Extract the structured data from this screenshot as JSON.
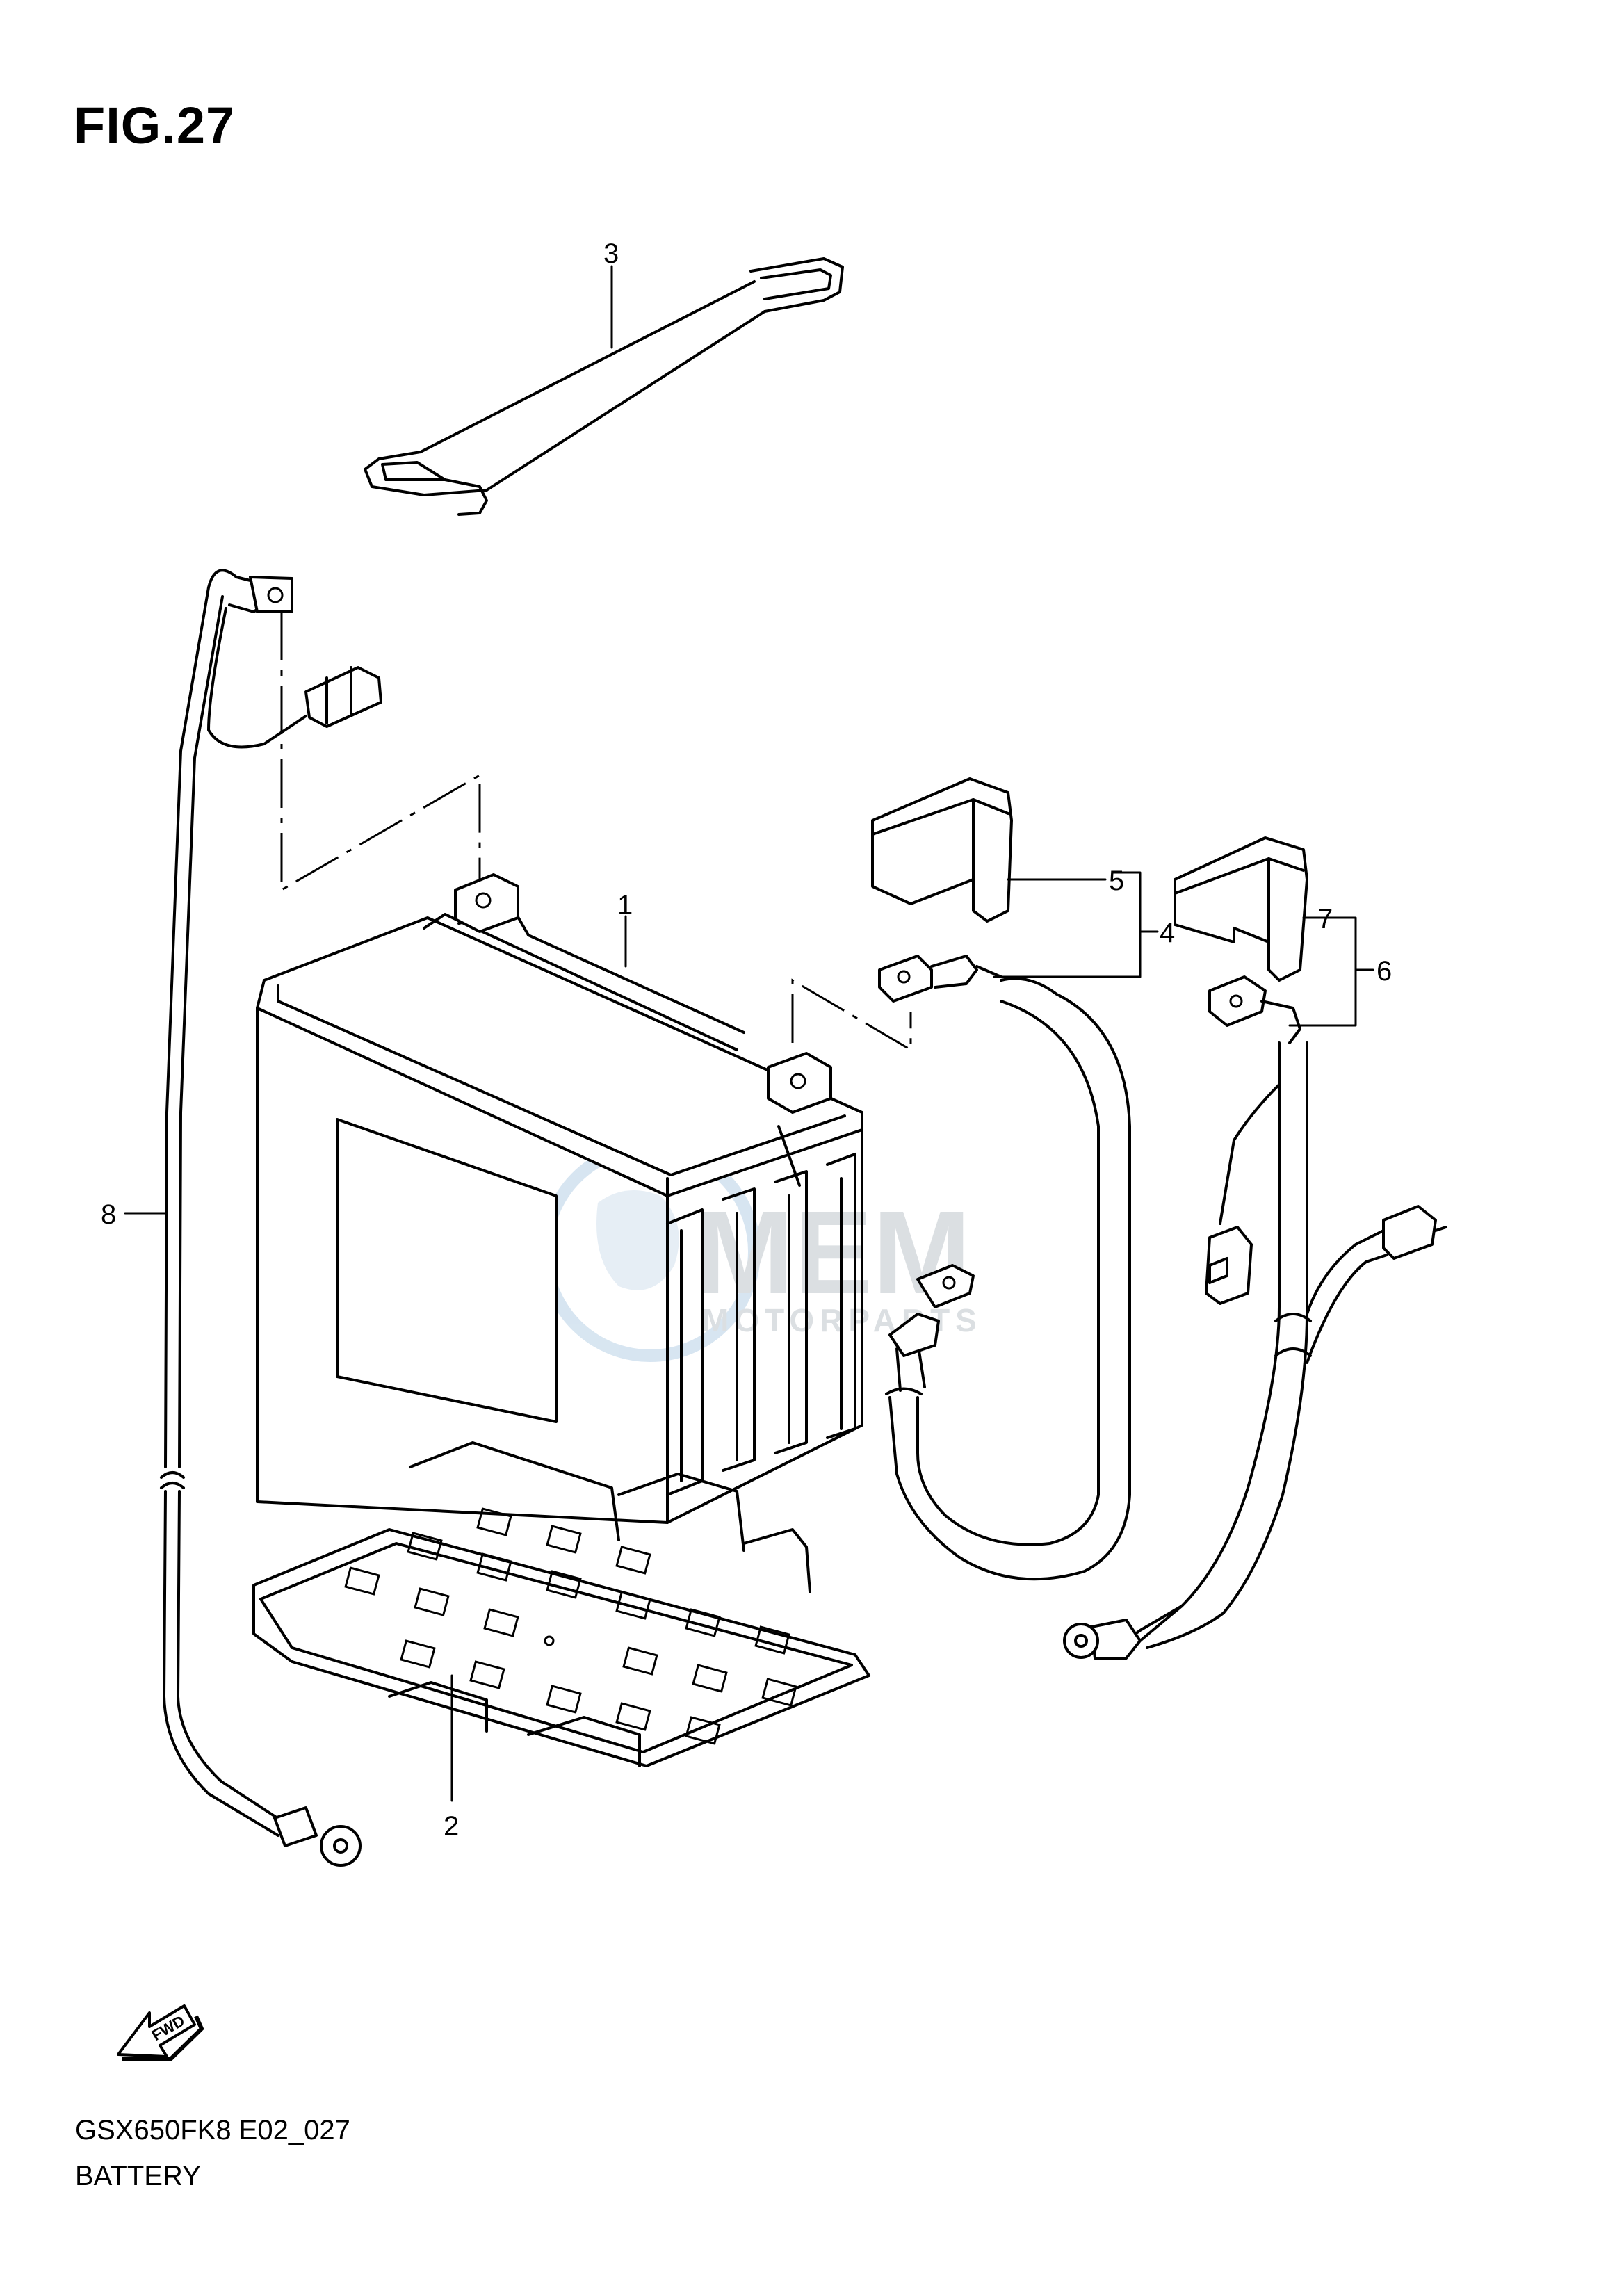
{
  "figure": {
    "title": "FIG.27",
    "model_code": "GSX650FK8 E02_027",
    "section": "BATTERY"
  },
  "callouts": {
    "c1": "1",
    "c2": "2",
    "c3": "3",
    "c4": "4",
    "c5": "5",
    "c6": "6",
    "c7": "7",
    "c8": "8"
  },
  "direction_label": "FWD",
  "watermark": {
    "brand": "MEM",
    "sub": "MOTORPARTS"
  }
}
